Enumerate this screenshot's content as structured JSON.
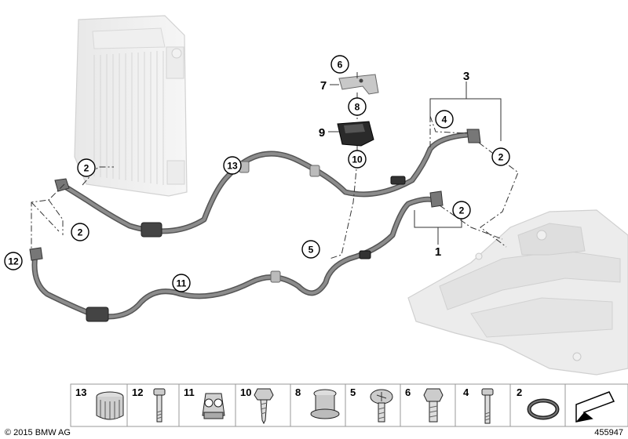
{
  "callouts": [
    "2",
    "2",
    "12",
    "13",
    "11",
    "6",
    "8",
    "10",
    "4",
    "2",
    "2",
    "5"
  ],
  "bold_labels": [
    "7",
    "9",
    "3",
    "1"
  ],
  "parts_strip": [
    "13",
    "12",
    "11",
    "10",
    "8",
    "5",
    "6",
    "4",
    "2"
  ],
  "copyright": "© 2015 BMW AG",
  "diagram_number": "455947"
}
